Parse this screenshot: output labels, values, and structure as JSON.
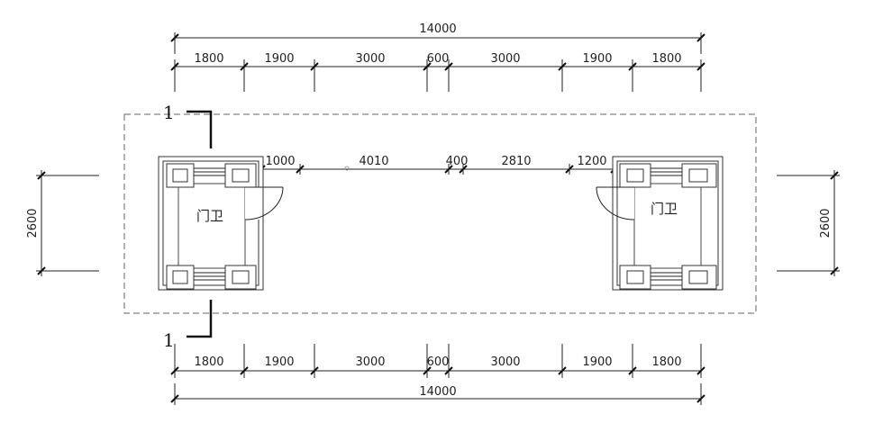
{
  "top_total": "14000",
  "top_segments": [
    "1800",
    "1900",
    "3000",
    "600",
    "3000",
    "1900",
    "1800"
  ],
  "bottom_segments": [
    "1800",
    "1900",
    "3000",
    "600",
    "3000",
    "1900",
    "1800"
  ],
  "bottom_total": "14000",
  "road_dims": [
    "1000",
    "4010",
    "400",
    "2810",
    "1200"
  ],
  "side_dim_left": "2600",
  "side_dim_right": "2600",
  "section_label_top": "1",
  "section_label_bottom": "1",
  "room_left": "门卫",
  "room_right": "门卫"
}
